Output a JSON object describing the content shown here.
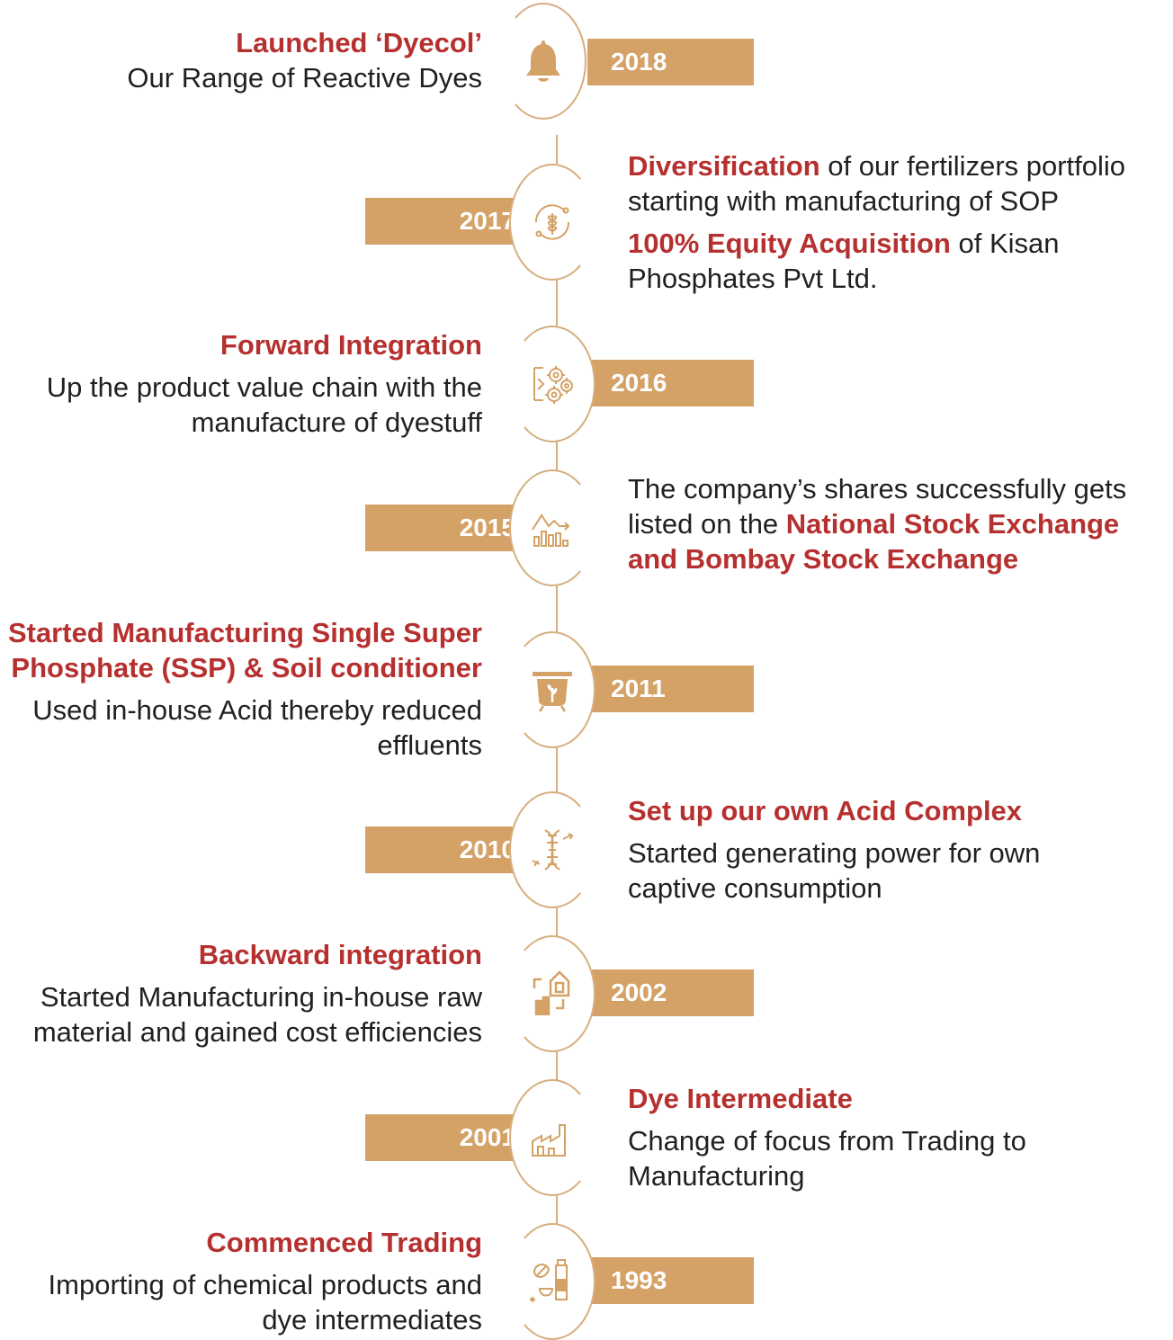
{
  "colors": {
    "accent": "#b5302f",
    "gold": "#d4a267",
    "line": "#d7ae7e",
    "text": "#231f20"
  },
  "milestones": [
    {
      "year": "2018",
      "icon": "bell-icon",
      "title": "Launched ‘Dyecol’",
      "text": "Our Range of Reactive Dyes"
    },
    {
      "year": "2017",
      "icon": "wheat-cycle-icon",
      "a1_bold": "Diversification",
      "a1_rest": " of our fertilizers portfolio",
      "a2": "starting with manufacturing of SOP",
      "b1_bold": "100% Equity Acquisition",
      "b1_rest": " of Kisan",
      "b2": "Phosphates Pvt Ltd."
    },
    {
      "year": "2016",
      "icon": "gears-icon",
      "title": "Forward Integration",
      "line1": "Up the product value chain with the",
      "line2": "manufacture of dyestuff"
    },
    {
      "year": "2015",
      "icon": "stock-chart-icon",
      "line1": "The company’s shares successfully gets",
      "line2_pre": "listed on the ",
      "line2_bold": "National Stock Exchange",
      "line3_bold": "and Bombay Stock Exchange"
    },
    {
      "year": "2011",
      "icon": "plant-presentation-icon",
      "title1": "Started Manufacturing Single Super",
      "title2": "Phosphate (SSP) & Soil conditioner",
      "line1": "Used in-house Acid thereby reduced",
      "line2": "effluents"
    },
    {
      "year": "2010",
      "icon": "dna-icon",
      "title": "Set up our own Acid Complex",
      "line1": "Started generating power for own",
      "line2": "captive consumption"
    },
    {
      "year": "2002",
      "icon": "buildings-transfer-icon",
      "title": "Backward integration",
      "line1": "Started Manufacturing in-house raw",
      "line2": "material and gained cost efficiencies"
    },
    {
      "year": "2001",
      "icon": "factory-icon",
      "title": "Dye Intermediate",
      "line1": "Change of focus from Trading to",
      "line2": "Manufacturing"
    },
    {
      "year": "1993",
      "icon": "chemicals-icon",
      "title": "Commenced Trading",
      "line1": "Importing of chemical products and",
      "line2": "dye intermediates"
    }
  ]
}
